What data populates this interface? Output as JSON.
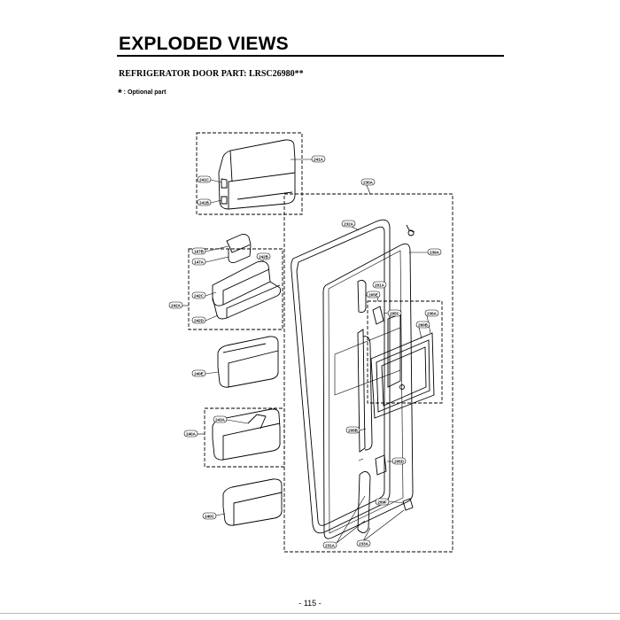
{
  "header": {
    "title": "EXPLODED VIEWS",
    "subtitle": "REFRIGERATOR DOOR PART: LRSC26980**",
    "note_marker": "*",
    "note_text": ": Optional part"
  },
  "footer": {
    "page_number": "- 115 -"
  },
  "callouts": {
    "c241A": "241A",
    "c241C": "241C",
    "c241B": "241B",
    "c230A": "230A",
    "c232A": "232A",
    "c239A": "239A",
    "c167B": "167B",
    "c147A": "147A",
    "c242B": "242B",
    "c242C": "242C",
    "c242A": "242A",
    "c242D": "242D",
    "c205E": "205E",
    "c201A": "201A",
    "c205C": "205C",
    "c236A": "236A",
    "c260B": "260B",
    "c240E": "240E",
    "c243A": "243A",
    "c240A": "240A",
    "c205B": "205B",
    "c205D": "205D",
    "c209F": "209F",
    "c240C": "240C",
    "c231A": "231A",
    "c233A": "233A"
  }
}
